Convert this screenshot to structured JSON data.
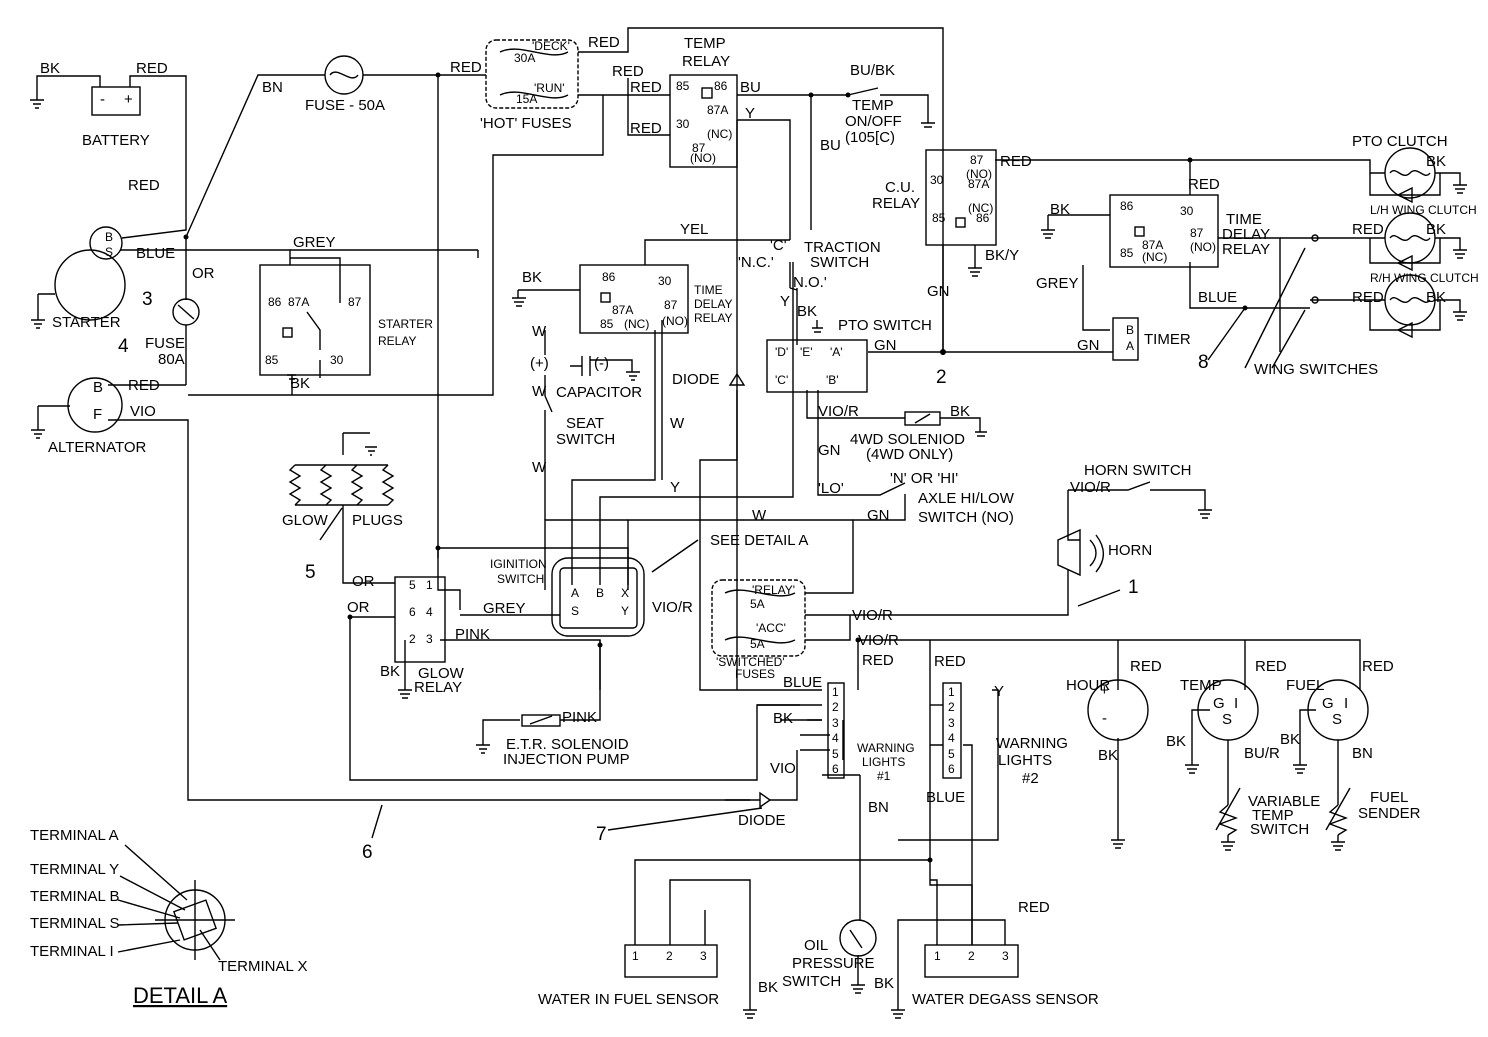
{
  "labels": {
    "bk_batt": "BK",
    "red_batt": "RED",
    "battery": "BATTERY",
    "bn": "BN",
    "fuse50": "FUSE - 50A",
    "red_fuse": "RED",
    "deck": "'DECK'",
    "f30a": "30A",
    "run": "'RUN'",
    "f15a": "15A",
    "hot_fuses": "'HOT' FUSES",
    "red_top": "RED",
    "temp_relay_1": "TEMP",
    "temp_relay_2": "RELAY",
    "red_tr": "RED",
    "red_tr2": "RED",
    "red_tr3": "RED",
    "bu": "BU",
    "y_tr": "Y",
    "bu2": "BU",
    "bubk": "BU/BK",
    "temp_sw_1": "TEMP",
    "temp_sw_2": "ON/OFF",
    "temp_sw_3": "(105[C)",
    "red_st": "RED",
    "blue_st": "BLUE",
    "or_st": "OR",
    "starter": "STARTER",
    "n3": "3",
    "n4": "4",
    "fuse80_1": "FUSE",
    "fuse80_2": "80A",
    "red_alt": "RED",
    "vio_alt": "VIO",
    "alternator": "ALTERNATOR",
    "grey_sr": "GREY",
    "bk_sr": "BK",
    "starter_relay_1": "STARTER",
    "starter_relay_2": "RELAY",
    "yel": "YEL",
    "bk_tdr": "BK",
    "tdr_1": "TIME",
    "tdr_2": "DELAY",
    "tdr_3": "RELAY",
    "w1": "W",
    "w2": "W",
    "w3": "W",
    "w4": "W",
    "w5": "W",
    "capacitor": "CAPACITOR",
    "cap_plus": "(+)",
    "cap_minus": "(-)",
    "seat_1": "SEAT",
    "seat_2": "SWITCH",
    "y_mid": "Y",
    "diode_mid": "DIODE",
    "trac_c": "'C'",
    "trac_nc": "'N.C.'",
    "trac_no": "N.O.'",
    "trac_1": "TRACTION",
    "trac_2": "SWITCH",
    "y_trac": "Y",
    "bk_pto": "BK",
    "pto_sw": "PTO SWITCH",
    "gn_pto": "GN",
    "n2": "2",
    "vior_sol": "VIO/R",
    "bk_sol": "BK",
    "sol_1": "4WD SOLENIOD",
    "sol_2": "(4WD ONLY)",
    "gn_sol": "GN",
    "lo": "'LO'",
    "nhi": "'N' OR 'HI'",
    "axle_1": "AXLE HI/LOW",
    "axle_2": "SWITCH (NO)",
    "gn_axle": "GN",
    "w_axle": "W",
    "y_axle": "Y",
    "red_cu": "RED",
    "cu_1": "C.U.",
    "cu_2": "RELAY",
    "bky": "BK/Y",
    "gn_cu": "GN",
    "bk_tdr2": "BK",
    "red_tdr2": "RED",
    "tdr2_1": "TIME",
    "tdr2_2": "DELAY",
    "tdr2_3": "RELAY",
    "grey_tm": "GREY",
    "blue_tm": "BLUE",
    "gn_tm": "GN",
    "timer": "TIMER",
    "n8": "8",
    "pto_clutch": "PTO CLUTCH",
    "bk_pc": "BK",
    "lh": "L/H WING CLUTCH",
    "red_lh": "RED",
    "bk_lh": "BK",
    "rh": "R/H WING CLUTCH",
    "red_rh": "RED",
    "bk_rh": "BK",
    "wing_sw": "WING SWITCHES",
    "horn_sw": "HORN SWITCH",
    "vior_horn": "VIO/R",
    "horn": "HORN",
    "n1": "1",
    "glow": "GLOW",
    "plugs": "PLUGS",
    "n5": "5",
    "or_gr": "OR",
    "or_gr2": "OR",
    "bk_gr": "BK",
    "glow_relay_1": "GLOW",
    "glow_relay_2": "RELAY",
    "grey_ig": "GREY",
    "pink_ig": "PINK",
    "ign_1": "IGINITION",
    "ign_2": "SWITCH",
    "detail_a": "SEE DETAIL A",
    "vior_ig": "VIO/R",
    "relay_f": "'RELAY'",
    "f5a1": "5A",
    "acc_f": "'ACC'",
    "f5a2": "5A",
    "sw_fuses_1": "'SWITCHED'",
    "sw_fuses_2": "FUSES",
    "vior_1": "VIO/R",
    "vior_2": "VIO/R",
    "red_wl": "RED",
    "red_wl2": "RED",
    "pink_etr": "PINK",
    "etr_1": "E.T.R. SOLENOID",
    "etr_2": "INJECTION PUMP",
    "blue_wl": "BLUE",
    "bk_wl": "BK",
    "vio_wl": "VIO",
    "wl1_1": "WARNING",
    "wl1_2": "LIGHTS",
    "wl1_3": "#1",
    "y_wl2": "Y",
    "wl2_1": "WARNING",
    "wl2_2": "LIGHTS",
    "wl2_3": "#2",
    "blue_wl2": "BLUE",
    "bn_wl": "BN",
    "n6": "6",
    "n7": "7",
    "diode_bot": "DIODE",
    "hour": "HOUR",
    "red_h": "RED",
    "bk_h": "BK",
    "temp_g": "TEMP",
    "red_t": "RED",
    "bk_t": "BK",
    "bur": "BU/R",
    "var_1": "VARIABLE",
    "var_2": "TEMP",
    "var_3": "SWITCH",
    "fuel_g": "FUEL",
    "red_f": "RED",
    "bk_f": "BK",
    "bn_f": "BN",
    "sender_1": "FUEL",
    "sender_2": "SENDER",
    "oil_1": "OIL",
    "oil_2": "PRESSURE",
    "oil_3": "SWITCH",
    "wif": "WATER IN FUEL SENSOR",
    "bk_wif": "BK",
    "wds": "WATER DEGASS SENSOR",
    "bk_wds": "BK",
    "red_wds": "RED",
    "term_a": "TERMINAL A",
    "term_y": "TERMINAL Y",
    "term_b": "TERMINAL B",
    "term_s": "TERMINAL S",
    "term_i": "TERMINAL I",
    "term_x": "TERMINAL X",
    "detail_title": "DETAIL A"
  },
  "pins": {
    "p85": "85",
    "p86": "86",
    "p87a": "87A",
    "p30": "30",
    "nc": "(NC)",
    "p87": "87",
    "no": "(NO)",
    "b": "B",
    "s": "S",
    "f": "F",
    "a": "A",
    "x": "X",
    "y": "Y",
    "d": "'D'",
    "e": "'E'",
    "aa": "'A'",
    "c": "'C'",
    "bb": "'B'",
    "g": "G",
    "i": "I",
    "one": "1",
    "two": "2",
    "three": "3",
    "four": "4",
    "five": "5",
    "six": "6",
    "plus": "+",
    "minus": "-"
  }
}
